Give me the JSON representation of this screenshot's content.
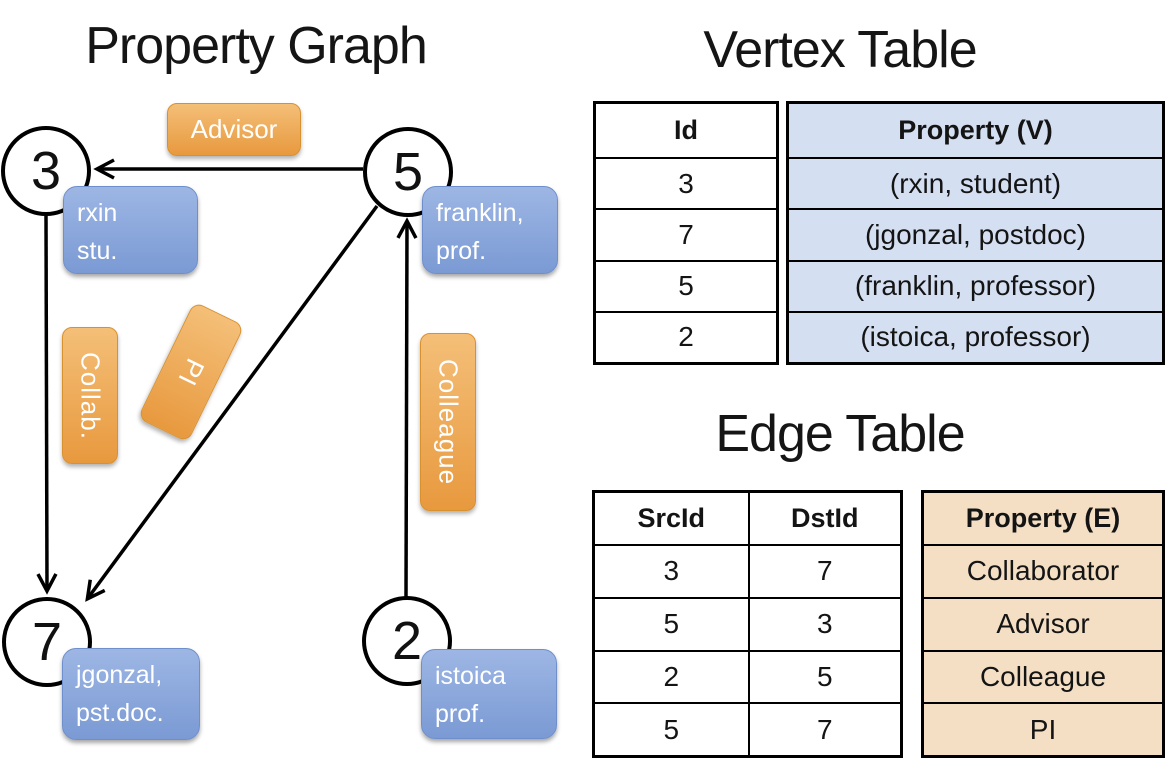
{
  "graph": {
    "title": "Property Graph",
    "nodes": [
      {
        "id": "3"
      },
      {
        "id": "5"
      },
      {
        "id": "7"
      },
      {
        "id": "2"
      }
    ],
    "vertex_boxes": [
      {
        "line1": "rxin",
        "line2": "stu."
      },
      {
        "line1": "franklin,",
        "line2": "prof."
      },
      {
        "line1": "jgonzal,",
        "line2": "pst.doc."
      },
      {
        "line1": "istoica",
        "line2": "prof."
      }
    ],
    "edge_labels": {
      "advisor": "Advisor",
      "collab": "Collab.",
      "pi": "PI",
      "colleague": "Colleague"
    }
  },
  "vertex_table": {
    "title": "Vertex Table",
    "col_id": "Id",
    "col_property": "Property (V)",
    "rows": [
      {
        "id": "3",
        "property": "(rxin, student)"
      },
      {
        "id": "7",
        "property": "(jgonzal, postdoc)"
      },
      {
        "id": "5",
        "property": "(franklin, professor)"
      },
      {
        "id": "2",
        "property": "(istoica, professor)"
      }
    ]
  },
  "edge_table": {
    "title": "Edge Table",
    "col_src": "SrcId",
    "col_dst": "DstId",
    "col_property": "Property (E)",
    "rows": [
      {
        "src": "3",
        "dst": "7",
        "property": "Collaborator"
      },
      {
        "src": "5",
        "dst": "3",
        "property": "Advisor"
      },
      {
        "src": "2",
        "dst": "5",
        "property": "Colleague"
      },
      {
        "src": "5",
        "dst": "7",
        "property": "PI"
      }
    ]
  },
  "colors": {
    "edge_label_orange": "#E8993E",
    "vertex_box_blue": "#7B9AD4",
    "vertex_property_bg": "#D4DFF2",
    "edge_property_bg": "#F4DFC5",
    "line_black": "#000000"
  }
}
